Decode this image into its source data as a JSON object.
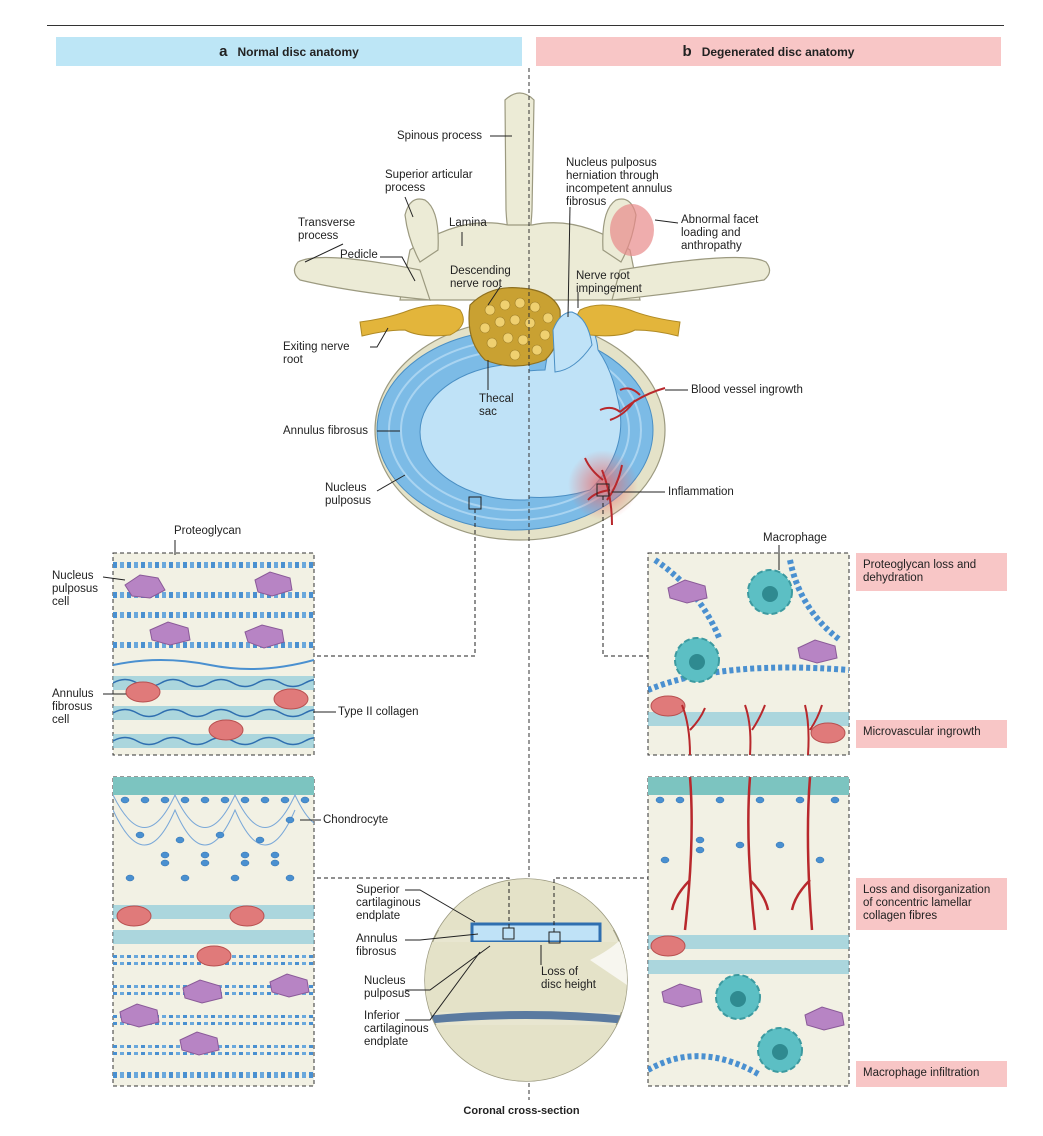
{
  "panels": {
    "a": {
      "letter": "a",
      "title": "Normal disc anatomy"
    },
    "b": {
      "letter": "b",
      "title": "Degenerated disc anatomy"
    }
  },
  "labels": {
    "spinous_process": "Spinous process",
    "superior_articular_process": "Superior articular\nprocess",
    "lamina": "Lamina",
    "transverse_process": "Transverse\nprocess",
    "pedicle": "Pedicle",
    "descending_nerve_root": "Descending\nnerve root",
    "exiting_nerve_root": "Exiting nerve\nroot",
    "thecal_sac": "Thecal\nsac",
    "annulus_fibrosus": "Annulus fibrosus",
    "nucleus_pulposus": "Nucleus\npulposus",
    "np_herniation": "Nucleus pulposus\nherniation through\nincompetent annulus\nfibrosus",
    "abnormal_facet": "Abnormal facet\nloading and\nanthropathy",
    "nerve_root_impingement": "Nerve root\nimpingement",
    "blood_vessel_ingrowth": "Blood vessel ingrowth",
    "inflammation": "Inflammation",
    "proteoglycan": "Proteoglycan",
    "np_cell": "Nucleus\npulposus\ncell",
    "af_cell": "Annulus\nfibrosus\ncell",
    "type2_collagen": "Type II collagen",
    "chondrocyte": "Chondrocyte",
    "macrophage": "Macrophage",
    "sup_endplate": "Superior\ncartilaginous\nendplate",
    "cs_annulus": "Annulus\nfibrosus",
    "cs_nucleus": "Nucleus\npulposus",
    "inf_endplate": "Inferior\ncartilaginous\nendplate",
    "loss_height": "Loss of\ndisc height"
  },
  "tags": {
    "pg_loss": "Proteoglycan loss and\ndehydration",
    "microvascular": "Microvascular ingrowth",
    "disorganization": "Loss and disorganization\nof concentric lamellar\ncollagen fibres",
    "macrophage_infiltration": "Macrophage infiltration"
  },
  "caption": "Coronal cross-section",
  "colors": {
    "panel_a": "#bde6f6",
    "panel_b": "#f8c6c6",
    "bone": "#ecebd6",
    "annulus": "#7cbbe6",
    "nucleus": "#bfe2f7",
    "nerve": "#e3b53b",
    "vessel": "#b8282c",
    "np_cell": "#b784c4",
    "af_cell": "#e07a7a",
    "macrophage": "#5cbfc4",
    "proteoglycan": "#4a90d0"
  }
}
